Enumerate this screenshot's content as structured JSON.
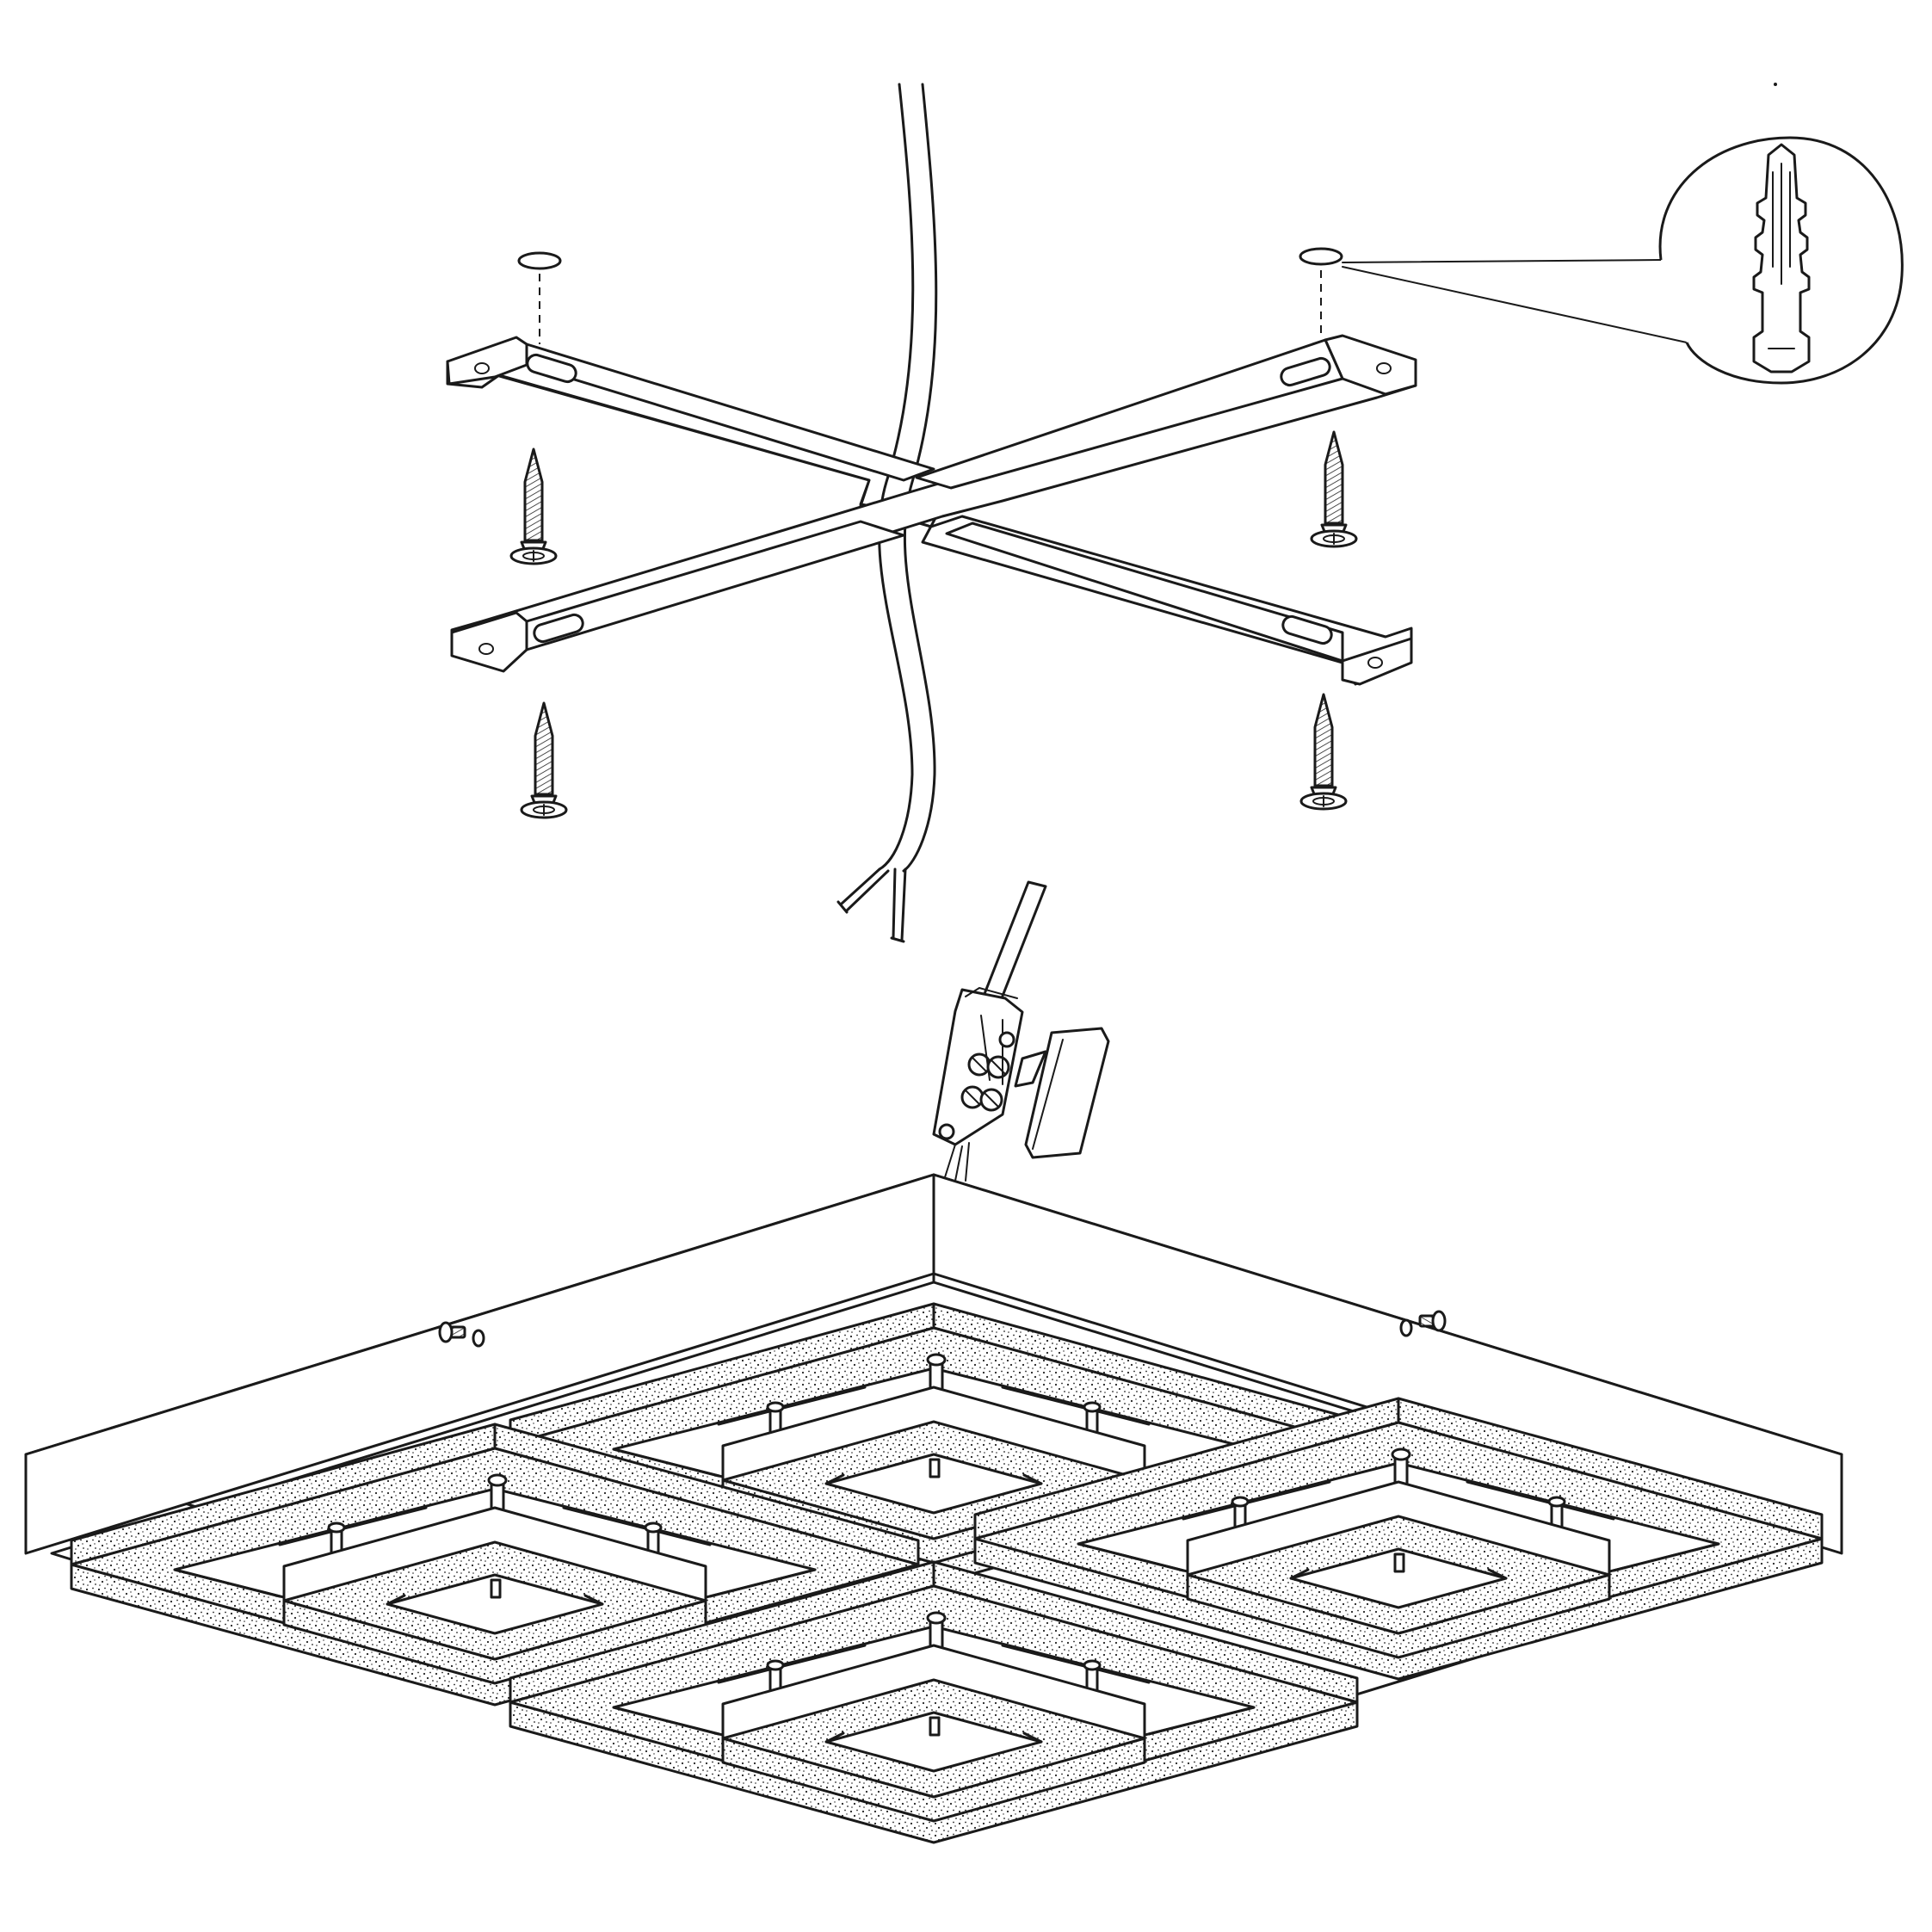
{
  "diagram": {
    "kind": "ceiling-light-mounting-exploded-view",
    "colors": {
      "line": "#1a1a1a",
      "background": "#ffffff"
    },
    "parts": [
      {
        "id": "mounting-bracket",
        "icon": "cross-bracket-icon"
      },
      {
        "id": "wall-plug",
        "icon": "wall-plug-icon",
        "count": 2
      },
      {
        "id": "screw",
        "icon": "screw-icon",
        "count": 4
      },
      {
        "id": "mains-cable",
        "icon": "cable-icon"
      },
      {
        "id": "terminal-block",
        "icon": "terminal-block-icon"
      },
      {
        "id": "led-driver",
        "icon": "driver-box-icon"
      },
      {
        "id": "fixing-screw",
        "icon": "small-screw-icon",
        "count": 2
      },
      {
        "id": "lamp-body",
        "icon": "lamp-body-icon"
      },
      {
        "id": "light-module",
        "icon": "square-led-module-icon",
        "count": 4
      }
    ],
    "detail_callout": {
      "shows": "wall-plug",
      "icon": "magnified-detail-icon"
    }
  }
}
